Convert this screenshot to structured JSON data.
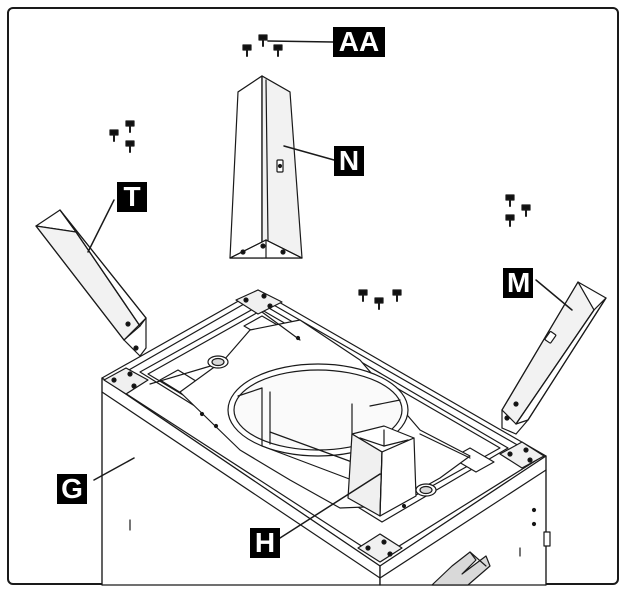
{
  "diagram": {
    "labels": {
      "aa": "AA",
      "n": "N",
      "t": "T",
      "m": "M",
      "g": "G",
      "h": "H"
    }
  },
  "colors": {
    "line": "#1a1a1a",
    "callout_bg": "#000000",
    "callout_text": "#ffffff",
    "shade": "#d9d9d9"
  }
}
